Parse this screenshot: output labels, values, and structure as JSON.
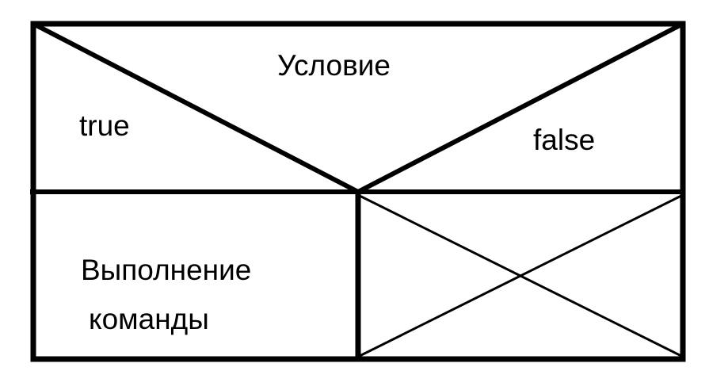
{
  "diagram": {
    "condition_label": "Условие",
    "true_label": "true",
    "false_label": "false",
    "action_line1": "Выполнение",
    "action_line2": "команды"
  },
  "colors": {
    "stroke": "#000000",
    "background": "#ffffff"
  }
}
